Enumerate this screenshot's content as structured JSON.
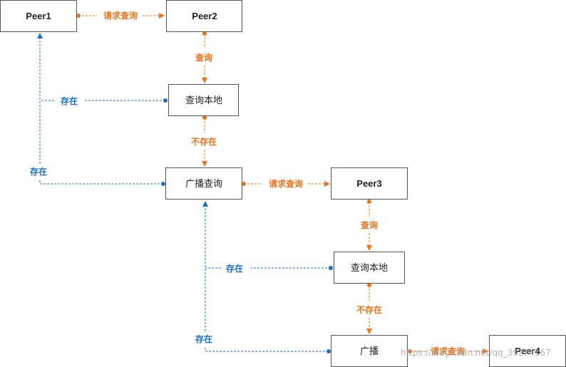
{
  "nodes": {
    "peer1": "Peer1",
    "peer2": "Peer2",
    "query_local_1": "查询本地",
    "broadcast_query": "广播查询",
    "peer3": "Peer3",
    "query_local_2": "查询本地",
    "broadcast": "广播",
    "peer4": "Peer4"
  },
  "edges": {
    "request_query_1": "请求查询",
    "query_1": "查询",
    "not_exist_1": "不存在",
    "exist_1": "存在",
    "exist_2": "存在",
    "request_query_2": "请求查询",
    "query_2": "查询",
    "not_exist_2": "不存在",
    "exist_3": "存在",
    "exist_4": "存在",
    "request_query_3": "请求查询"
  },
  "watermark": "https://blog.csdn.net/qq_39274167",
  "colors": {
    "flow": "#e8741e",
    "exists": "#1f6fc8",
    "node_border": "#555555"
  }
}
